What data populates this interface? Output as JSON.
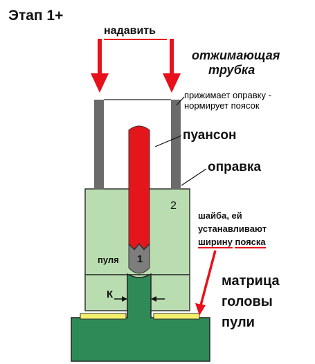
{
  "title": "Этап 1+",
  "labels": {
    "press": "надавить",
    "tube_line1": "отжимающая",
    "tube_line2": "трубка",
    "note_line1": "прижимает оправку -",
    "note_line2": "нормирует поясок",
    "punch": "пуансон",
    "mandrel": "оправка",
    "washer_line1": "шайба, ей",
    "washer_line2": "устанавливают",
    "washer_width": "ширину",
    "washer_belt": "пояска",
    "die_line1": "матрица",
    "die_line2": "головы",
    "die_line3": "пули",
    "bullet": "пуля",
    "num1": "1",
    "num2": "2",
    "k": "К"
  },
  "colors": {
    "arrow_red": "#e8101a",
    "punch_red": "#e5161b",
    "mandrel_green": "#b9ddb0",
    "die_green": "#2e8b57",
    "tube_gray": "#6b6b6b",
    "washer_yellow": "#f3f06c",
    "bullet_gray": "#7d7d7d"
  }
}
